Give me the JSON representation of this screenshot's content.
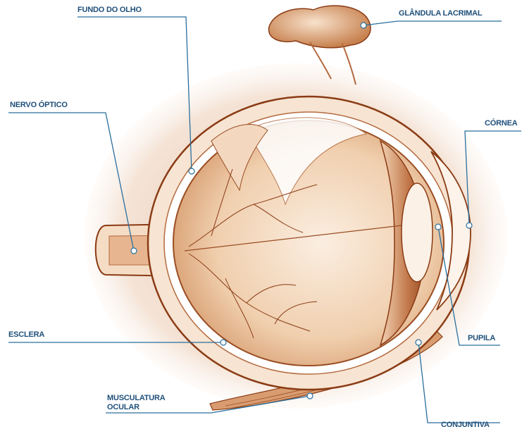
{
  "colors": {
    "ink": "#8a3b14",
    "tissue_dark": "#b46a3e",
    "tissue_mid": "#d89c70",
    "tissue_light": "#f3d8bf",
    "paper": "#ffffff",
    "leader": "#2a6f9e",
    "dot": "#ffffff",
    "label": "#1f4f7a"
  },
  "labels": {
    "fundo_do_olho": "FUNDO DO OLHO",
    "glandula_lacrimal": "GLÂNDULA LACRIMAL",
    "nervo_optico": "NERVO ÓPTICO",
    "cornea": "CÓRNEA",
    "esclera": "ESCLERA",
    "pupila": "PUPILA",
    "musculatura_line1": "MUSCULATURA",
    "musculatura_line2": "OCULAR",
    "conjuntiva": "CONJUNTIVA"
  }
}
